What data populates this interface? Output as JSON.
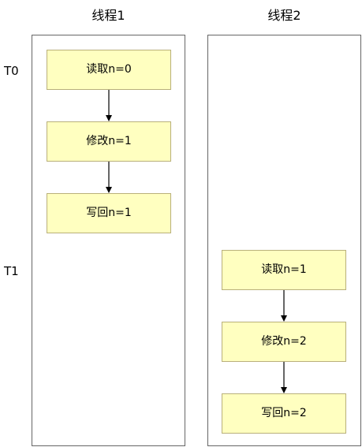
{
  "lanes": [
    {
      "title": "线程1",
      "steps": [
        "读取n=0",
        "修改n=1",
        "写回n=1"
      ]
    },
    {
      "title": "线程2",
      "steps": [
        "读取n=1",
        "修改n=2",
        "写回n=2"
      ]
    }
  ],
  "time_labels": [
    "T0",
    "T1"
  ],
  "colors": {
    "step_fill": "#ffffc0",
    "step_border": "#b9b07a",
    "lane_border": "#666666",
    "arrow": "#000000"
  }
}
